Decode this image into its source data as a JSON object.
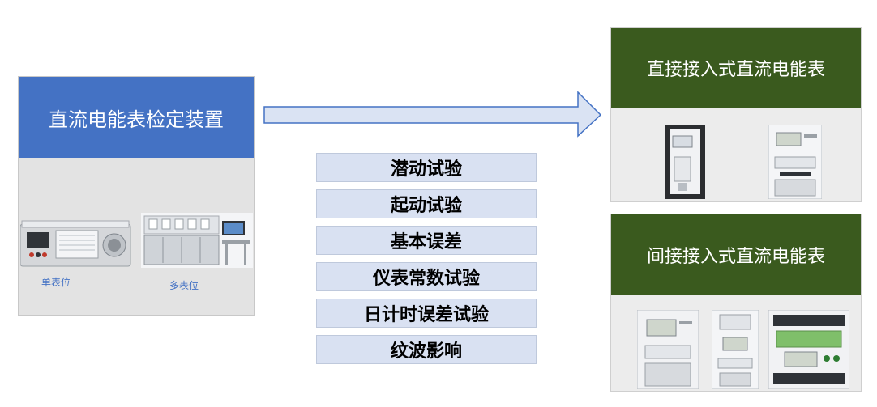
{
  "device": {
    "title": "直流电能表检定装置",
    "captions": [
      "单表位",
      "多表位"
    ]
  },
  "tests": [
    "潜动试验",
    "起动试验",
    "基本误差",
    "仪表常数试验",
    "日计时误差试验",
    "纹波影响"
  ],
  "meters": {
    "direct": {
      "title": "直接接入式直流电能表"
    },
    "indirect": {
      "title": "间接接入式直流电能表"
    }
  },
  "colors": {
    "device_header": "#4472c4",
    "meter_header": "#3a5a1e",
    "test_fill": "#d9e1f2",
    "arrow_fill": "#dae3f3",
    "arrow_stroke": "#4472c4"
  }
}
